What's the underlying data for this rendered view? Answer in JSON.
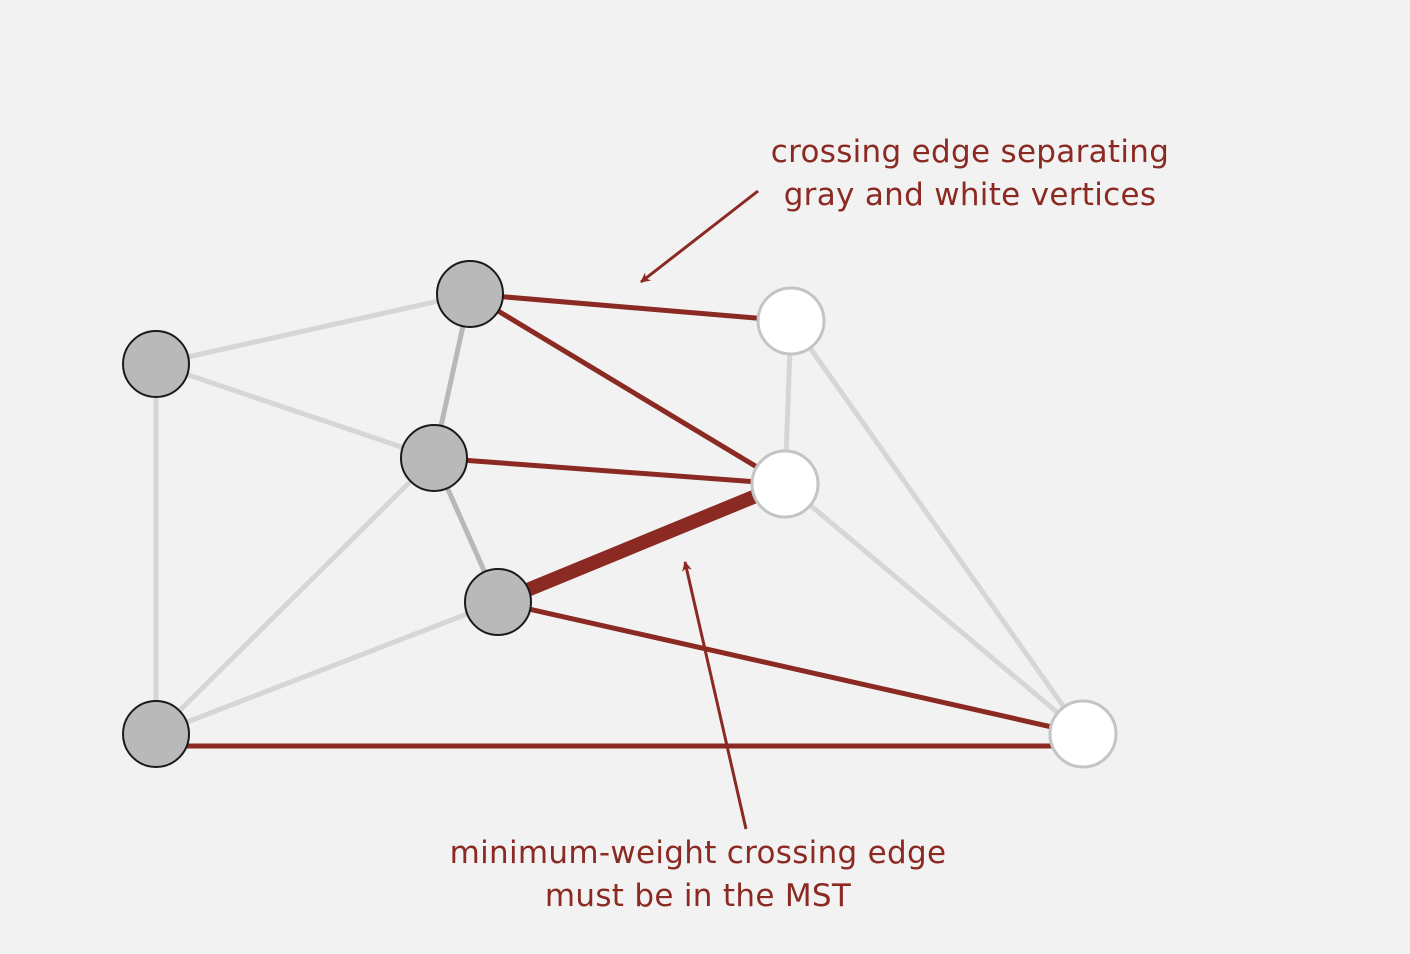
{
  "colors": {
    "background": "#f2f2f2",
    "accent": "#8b2a23",
    "gray_vertex": "#b9b9b9",
    "white_vertex": "#ffffff",
    "gray_edge": "#d6d6d6",
    "dark_gray_edge": "#b8b8b8"
  },
  "annotations": {
    "crossing_edge": {
      "line1": "crossing edge separating",
      "line2": "gray and white vertices"
    },
    "min_weight_edge": {
      "line1": "minimum-weight crossing edge",
      "line2": "must be in the MST"
    }
  },
  "graph": {
    "vertices": [
      {
        "id": "g1",
        "color": "gray"
      },
      {
        "id": "g2",
        "color": "gray"
      },
      {
        "id": "g3",
        "color": "gray"
      },
      {
        "id": "g4",
        "color": "gray"
      },
      {
        "id": "g5",
        "color": "gray"
      },
      {
        "id": "w1",
        "color": "white"
      },
      {
        "id": "w2",
        "color": "white"
      },
      {
        "id": "w3",
        "color": "white"
      }
    ],
    "edges": [
      {
        "from": "g1",
        "to": "g2",
        "type": "gray"
      },
      {
        "from": "g1",
        "to": "g3",
        "type": "gray"
      },
      {
        "from": "g1",
        "to": "g5",
        "type": "gray"
      },
      {
        "from": "g2",
        "to": "g3",
        "type": "dark-gray"
      },
      {
        "from": "g3",
        "to": "g4",
        "type": "dark-gray"
      },
      {
        "from": "g3",
        "to": "g5",
        "type": "gray"
      },
      {
        "from": "g4",
        "to": "g5",
        "type": "gray"
      },
      {
        "from": "w1",
        "to": "w2",
        "type": "gray"
      },
      {
        "from": "w1",
        "to": "w3",
        "type": "gray"
      },
      {
        "from": "w2",
        "to": "w3",
        "type": "gray"
      },
      {
        "from": "g2",
        "to": "w1",
        "type": "crossing"
      },
      {
        "from": "g2",
        "to": "w2",
        "type": "crossing"
      },
      {
        "from": "g3",
        "to": "w2",
        "type": "crossing"
      },
      {
        "from": "g4",
        "to": "w2",
        "type": "min-crossing"
      },
      {
        "from": "g4",
        "to": "w3",
        "type": "crossing"
      },
      {
        "from": "g5",
        "to": "w3",
        "type": "crossing"
      }
    ]
  }
}
